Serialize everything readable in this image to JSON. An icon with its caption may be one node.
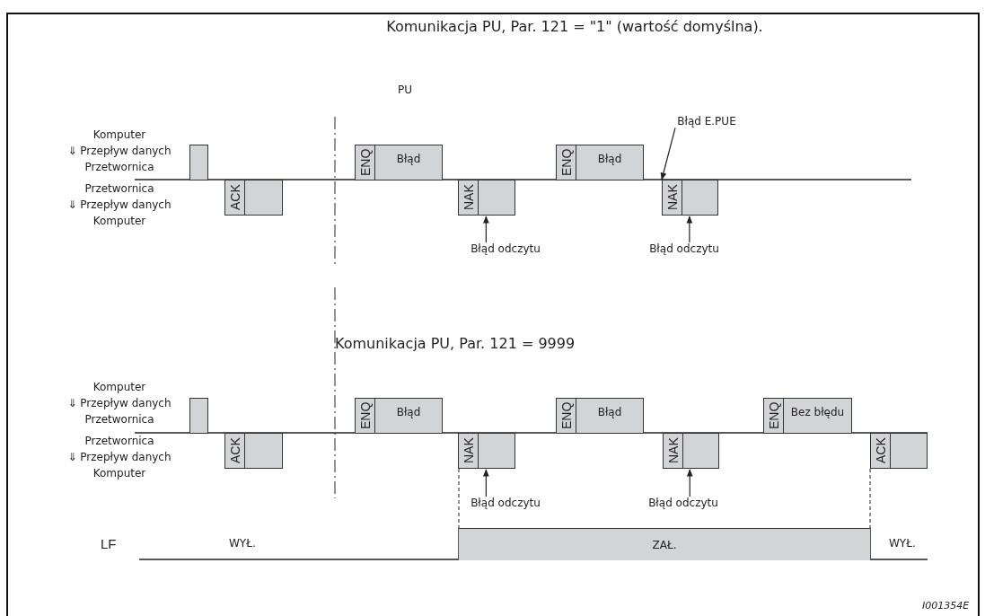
{
  "diagram": {
    "nodes": [
      {
        "text": [],
        "shape": "box"
      },
      {
        "text": [
          "ACK"
        ]
      },
      {
        "text": [
          "ENQ",
          "Błąd"
        ]
      },
      {
        "text": [
          "NAK"
        ]
      },
      {
        "text": [
          "ENQ",
          "Błąd"
        ]
      },
      {
        "text": [
          "Błąd E.PUE"
        ]
      },
      {
        "text": [
          "NAK"
        ]
      },
      {
        "text": [
          "Błąd odczytu"
        ]
      },
      {
        "text": [
          "Błąd odczytu"
        ]
      },
      {
        "text": [],
        "shape": "box"
      },
      {
        "text": [
          "ACK"
        ]
      },
      {
        "text": [
          "ENQ",
          "Błąd"
        ]
      },
      {
        "text": [
          "NAK"
        ]
      },
      {
        "text": [
          "ENQ",
          "Błąd"
        ]
      },
      {
        "text": [
          "NAK"
        ]
      },
      {
        "text": [
          "ENQ",
          "Bez błędu"
        ]
      },
      {
        "text": [
          "ACK"
        ]
      },
      {
        "text": [
          "Błąd odczytu"
        ]
      },
      {
        "text": [
          "Błąd odczytu"
        ]
      },
      {
        "text": [
          "ZAŁ."
        ]
      }
    ],
    "edges": [
      {
        "from": 7,
        "to": 3,
        "arrow": "to"
      },
      {
        "from": 5,
        "to": 6,
        "arrow": "to"
      },
      {
        "from": 8,
        "to": 6,
        "arrow": "to"
      },
      {
        "from": 17,
        "to": 12,
        "arrow": "to"
      },
      {
        "from": 18,
        "to": 14,
        "arrow": "to"
      }
    ],
    "labels": [
      "Komunikacja PU, Par. 121 = \"1\" (wartość domyślna).",
      "PU",
      "Komputer",
      "⇓ Przepływ danych",
      "Przetwornica",
      "Przetwornica",
      "⇓ Przepływ danych",
      "Komputer",
      "Komunikacja PU, Par. 121 = 9999",
      "Komputer",
      "⇓ Przepływ danych",
      "Przetwornica",
      "Przetwornica",
      "⇓ Przepływ danych",
      "Komputer",
      "LF",
      "WYŁ.",
      "WYŁ.",
      "I001354E"
    ]
  }
}
